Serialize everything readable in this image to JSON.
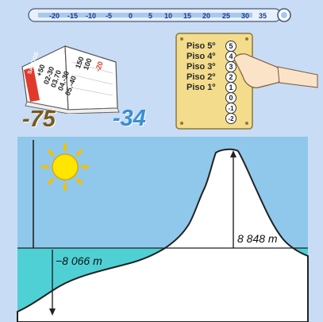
{
  "thermometer": {
    "ticks": [
      "-20",
      "-15",
      "-10",
      "-5",
      "0",
      "5",
      "10",
      "15",
      "20",
      "25",
      "30",
      "35"
    ]
  },
  "book": {
    "title": "SALDOS",
    "figures": [
      "+50",
      "02-30",
      "03.70",
      "04.-30",
      "05.-40",
      "150",
      "100",
      "-20"
    ]
  },
  "amounts": {
    "left": "-75",
    "right": "-34"
  },
  "elevator_panel": {
    "floors": [
      "Piso 5º",
      "Piso 4º",
      "Piso 3º",
      "Piso 2º",
      "Piso 1º"
    ],
    "buttons": [
      "5",
      "4",
      "3",
      "2",
      "1",
      "0",
      "-1",
      "-2"
    ]
  },
  "landscape": {
    "mountain_height": "8 848 m",
    "sea_depth": "−8 066 m"
  },
  "colors": {
    "page_background": "#c9dcf6",
    "sky": "#8fc8ea",
    "sea": "#4fd0d4",
    "ground": "#ffffff",
    "amount_text": "#3b8fd0"
  }
}
